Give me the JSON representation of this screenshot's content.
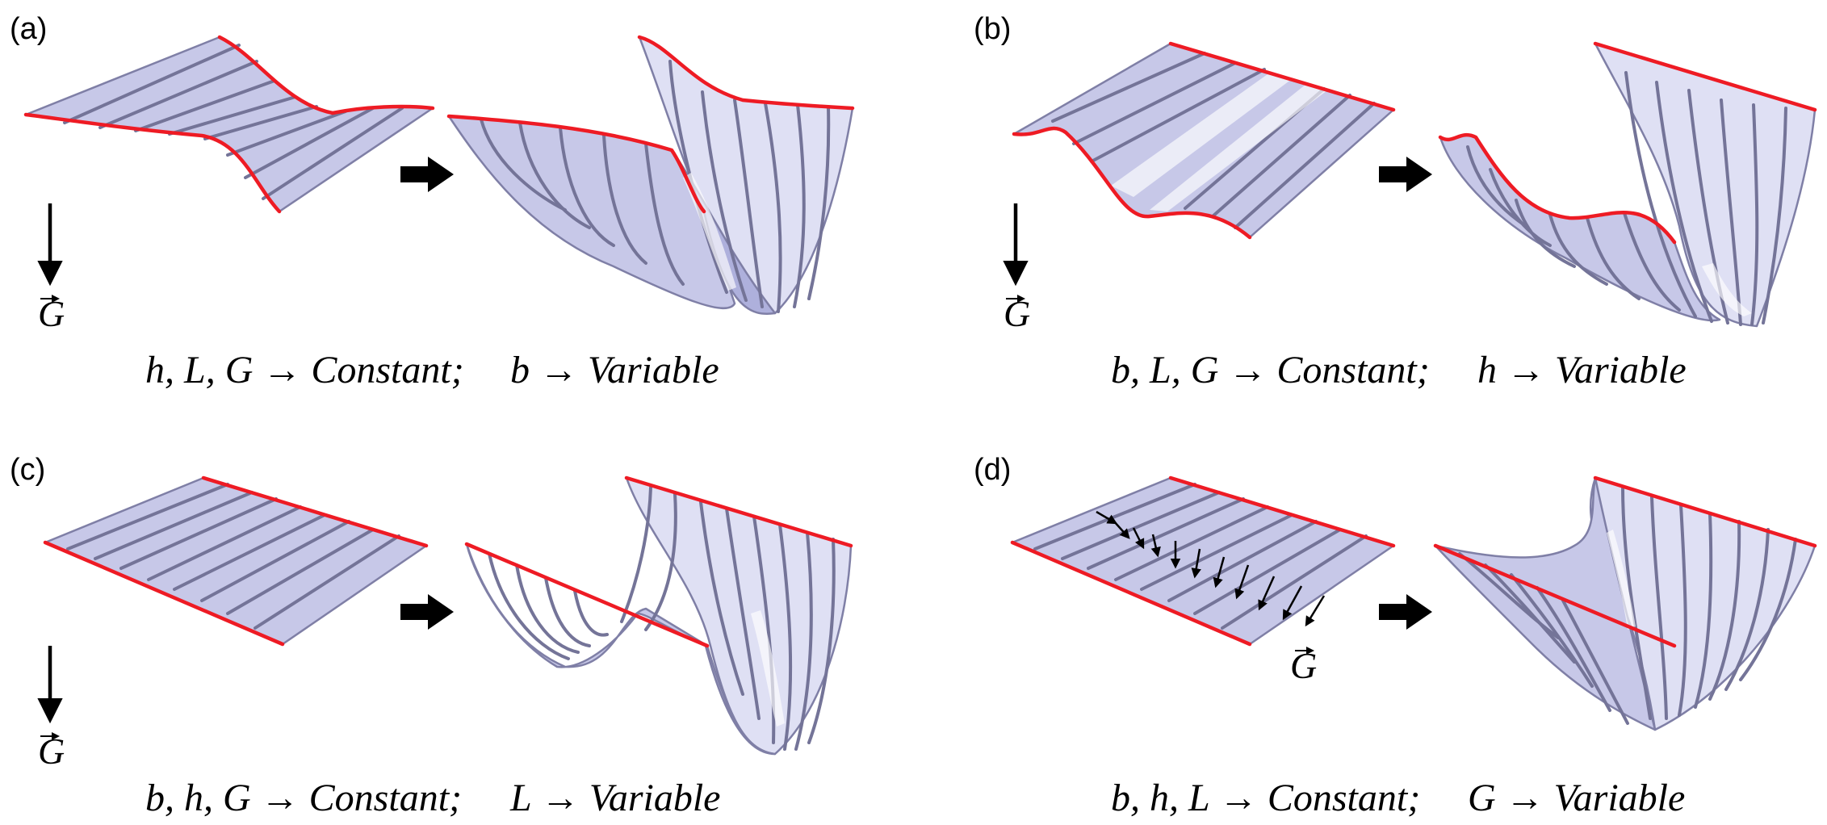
{
  "panels": [
    {
      "label": "(a)",
      "gravity_symbol": "G",
      "caption_left": "h, L, G → Constant;",
      "caption_right": "b → Variable"
    },
    {
      "label": "(b)",
      "gravity_symbol": "G",
      "caption_left": "b, L, G → Constant;",
      "caption_right": "h → Variable"
    },
    {
      "label": "(c)",
      "gravity_symbol": "G",
      "caption_left": "b, h, G → Constant;",
      "caption_right": "L → Variable"
    },
    {
      "label": "(d)",
      "gravity_symbol": "G",
      "caption_left": "b, h, L → Constant;",
      "caption_right": "G → Variable"
    }
  ],
  "colors": {
    "sheet_fill": "#c7c8e8",
    "ruling_lines": "#747498",
    "edge_curve": "#ee1b24",
    "arrow": "#000000"
  },
  "icons": {
    "transform_arrow": "right-thick-arrow",
    "gravity_arrow": "down-arrow"
  }
}
